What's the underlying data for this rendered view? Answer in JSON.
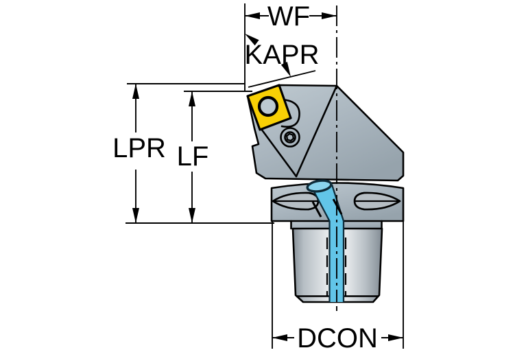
{
  "figure": {
    "type": "technical-dimension-drawing",
    "subject": "lathe-tool-holder-with-insert-and-capto-coupling",
    "labels": {
      "wf": "WF",
      "kapr": "KAPR",
      "lpr": "LPR",
      "lf": "LF",
      "dcon": "DCON"
    },
    "colors": {
      "background": "#ffffff",
      "line": "#000000",
      "insert_yellow": "#f8d005",
      "insert_hole": "#bcc9d1",
      "body_light": "#bfcad1",
      "body_mid": "#a9b5be",
      "body_dark": "#96a3ac",
      "metal_edge": "#838d95",
      "metal_mid": "#b6bec4",
      "metal_light": "#e8ebed",
      "coolant_blue": "#62c5e8",
      "coolant_light": "#8ad4ee",
      "coolant_outline": "#0e2b39"
    }
  }
}
